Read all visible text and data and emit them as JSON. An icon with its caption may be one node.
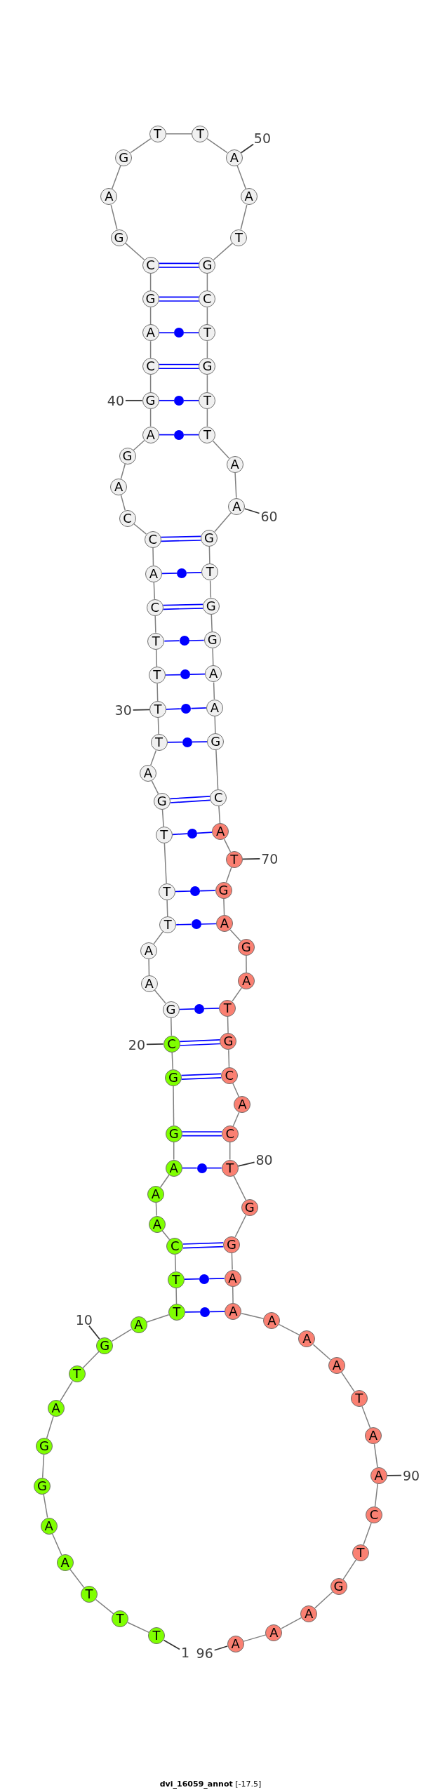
{
  "diagram": {
    "caption": "**dvi_16059_annot** [-17.5]",
    "nodes": [
      {
        "text": [
          "T"
        ]
      },
      {
        "text": [
          "T"
        ]
      },
      {
        "text": [
          "T"
        ]
      },
      {
        "text": [
          "A"
        ]
      },
      {
        "text": [
          "A"
        ]
      },
      {
        "text": [
          "G"
        ]
      },
      {
        "text": [
          "G"
        ]
      },
      {
        "text": [
          "A"
        ]
      },
      {
        "text": [
          "T"
        ]
      },
      {
        "text": [
          "G"
        ]
      },
      {
        "text": [
          "A"
        ]
      },
      {
        "text": [
          "T"
        ]
      },
      {
        "text": [
          "T"
        ]
      },
      {
        "text": [
          "C"
        ]
      },
      {
        "text": [
          "A"
        ]
      },
      {
        "text": [
          "A"
        ]
      },
      {
        "text": [
          "A"
        ]
      },
      {
        "text": [
          "G"
        ]
      },
      {
        "text": [
          "G"
        ]
      },
      {
        "text": [
          "C"
        ]
      },
      {
        "text": [
          "G"
        ]
      },
      {
        "text": [
          "A"
        ]
      },
      {
        "text": [
          "A"
        ]
      },
      {
        "text": [
          "T"
        ]
      },
      {
        "text": [
          "T"
        ]
      },
      {
        "text": [
          "T"
        ]
      },
      {
        "text": [
          "G"
        ]
      },
      {
        "text": [
          "A"
        ]
      },
      {
        "text": [
          "T"
        ]
      },
      {
        "text": [
          "T"
        ]
      },
      {
        "text": [
          "T"
        ]
      },
      {
        "text": [
          "T"
        ]
      },
      {
        "text": [
          "C"
        ]
      },
      {
        "text": [
          "A"
        ]
      },
      {
        "text": [
          "C"
        ]
      },
      {
        "text": [
          "C"
        ]
      },
      {
        "text": [
          "A"
        ]
      },
      {
        "text": [
          "G"
        ]
      },
      {
        "text": [
          "A"
        ]
      },
      {
        "text": [
          "G"
        ]
      },
      {
        "text": [
          "C"
        ]
      },
      {
        "text": [
          "A"
        ]
      },
      {
        "text": [
          "G"
        ]
      },
      {
        "text": [
          "C"
        ]
      },
      {
        "text": [
          "G"
        ]
      },
      {
        "text": [
          "A"
        ]
      },
      {
        "text": [
          "G"
        ]
      },
      {
        "text": [
          "T"
        ]
      },
      {
        "text": [
          "T"
        ]
      },
      {
        "text": [
          "A"
        ]
      },
      {
        "text": [
          "A"
        ]
      },
      {
        "text": [
          "T"
        ]
      },
      {
        "text": [
          "G"
        ]
      },
      {
        "text": [
          "C"
        ]
      },
      {
        "text": [
          "T"
        ]
      },
      {
        "text": [
          "G"
        ]
      },
      {
        "text": [
          "T"
        ]
      },
      {
        "text": [
          "T"
        ]
      },
      {
        "text": [
          "A"
        ]
      },
      {
        "text": [
          "A"
        ]
      },
      {
        "text": [
          "G"
        ]
      },
      {
        "text": [
          "T"
        ]
      },
      {
        "text": [
          "G"
        ]
      },
      {
        "text": [
          "G"
        ]
      },
      {
        "text": [
          "A"
        ]
      },
      {
        "text": [
          "A"
        ]
      },
      {
        "text": [
          "G"
        ]
      },
      {
        "text": [
          "C"
        ]
      },
      {
        "text": [
          "A"
        ]
      },
      {
        "text": [
          "T"
        ]
      },
      {
        "text": [
          "G"
        ]
      },
      {
        "text": [
          "A"
        ]
      },
      {
        "text": [
          "G"
        ]
      },
      {
        "text": [
          "A"
        ]
      },
      {
        "text": [
          "T"
        ]
      },
      {
        "text": [
          "G"
        ]
      },
      {
        "text": [
          "C"
        ]
      },
      {
        "text": [
          "A"
        ]
      },
      {
        "text": [
          "C"
        ]
      },
      {
        "text": [
          "T"
        ]
      },
      {
        "text": [
          "G"
        ]
      },
      {
        "text": [
          "G"
        ]
      },
      {
        "text": [
          "A"
        ]
      },
      {
        "text": [
          "A"
        ]
      },
      {
        "text": [
          "A"
        ]
      },
      {
        "text": [
          "A"
        ]
      },
      {
        "text": [
          "A"
        ]
      },
      {
        "text": [
          "T"
        ]
      },
      {
        "text": [
          "A"
        ]
      },
      {
        "text": [
          "A"
        ]
      },
      {
        "text": [
          "C"
        ]
      },
      {
        "text": [
          "T"
        ]
      },
      {
        "text": [
          "G"
        ]
      },
      {
        "text": [
          "A"
        ]
      },
      {
        "text": [
          "A"
        ]
      },
      {
        "text": [
          "A"
        ]
      },
      {
        "text": [
          "1"
        ]
      },
      {
        "text": [
          "10"
        ]
      },
      {
        "text": [
          "20"
        ]
      },
      {
        "text": [
          "30"
        ]
      },
      {
        "text": [
          "40"
        ]
      },
      {
        "text": [
          "50"
        ]
      },
      {
        "text": [
          "60"
        ]
      },
      {
        "text": [
          "70"
        ]
      },
      {
        "text": [
          "80"
        ]
      },
      {
        "text": [
          "90"
        ]
      },
      {
        "text": [
          "96"
        ]
      },
      {
        "text": [],
        "shape": "circle"
      },
      {
        "text": [],
        "shape": "circle"
      },
      {
        "text": [],
        "shape": "circle"
      },
      {
        "text": [],
        "shape": "circle"
      },
      {
        "text": [],
        "shape": "circle"
      },
      {
        "text": [],
        "shape": "circle"
      },
      {
        "text": [],
        "shape": "circle"
      },
      {
        "text": [],
        "shape": "circle"
      },
      {
        "text": [],
        "shape": "circle"
      },
      {
        "text": [],
        "shape": "circle"
      },
      {
        "text": [],
        "shape": "circle"
      },
      {
        "text": [],
        "shape": "circle"
      },
      {
        "text": [],
        "shape": "circle"
      },
      {
        "text": [],
        "shape": "circle"
      },
      {
        "text": [],
        "shape": "circle"
      }
    ],
    "edges": [
      {
        "from": 0,
        "to": 1,
        "arrow": "none"
      },
      {
        "from": 1,
        "to": 2,
        "arrow": "none"
      },
      {
        "from": 2,
        "to": 3,
        "arrow": "none"
      },
      {
        "from": 3,
        "to": 4,
        "arrow": "none"
      },
      {
        "from": 4,
        "to": 5,
        "arrow": "none"
      },
      {
        "from": 5,
        "to": 6,
        "arrow": "none"
      },
      {
        "from": 6,
        "to": 7,
        "arrow": "none"
      },
      {
        "from": 7,
        "to": 8,
        "arrow": "none"
      },
      {
        "from": 8,
        "to": 9,
        "arrow": "none"
      },
      {
        "from": 9,
        "to": 10,
        "arrow": "none"
      },
      {
        "from": 10,
        "to": 11,
        "arrow": "none"
      },
      {
        "from": 11,
        "to": 12,
        "arrow": "none"
      },
      {
        "from": 12,
        "to": 13,
        "arrow": "none"
      },
      {
        "from": 13,
        "to": 14,
        "arrow": "none"
      },
      {
        "from": 14,
        "to": 15,
        "arrow": "none"
      },
      {
        "from": 15,
        "to": 16,
        "arrow": "none"
      },
      {
        "from": 16,
        "to": 17,
        "arrow": "none"
      },
      {
        "from": 17,
        "to": 18,
        "arrow": "none"
      },
      {
        "from": 18,
        "to": 19,
        "arrow": "none"
      },
      {
        "from": 19,
        "to": 20,
        "arrow": "none"
      },
      {
        "from": 20,
        "to": 21,
        "arrow": "none"
      },
      {
        "from": 21,
        "to": 22,
        "arrow": "none"
      },
      {
        "from": 22,
        "to": 23,
        "arrow": "none"
      },
      {
        "from": 23,
        "to": 24,
        "arrow": "none"
      },
      {
        "from": 24,
        "to": 25,
        "arrow": "none"
      },
      {
        "from": 25,
        "to": 26,
        "arrow": "none"
      },
      {
        "from": 26,
        "to": 27,
        "arrow": "none"
      },
      {
        "from": 27,
        "to": 28,
        "arrow": "none"
      },
      {
        "from": 28,
        "to": 29,
        "arrow": "none"
      },
      {
        "from": 29,
        "to": 30,
        "arrow": "none"
      },
      {
        "from": 30,
        "to": 31,
        "arrow": "none"
      },
      {
        "from": 31,
        "to": 32,
        "arrow": "none"
      },
      {
        "from": 32,
        "to": 33,
        "arrow": "none"
      },
      {
        "from": 33,
        "to": 34,
        "arrow": "none"
      },
      {
        "from": 34,
        "to": 35,
        "arrow": "none"
      },
      {
        "from": 35,
        "to": 36,
        "arrow": "none"
      },
      {
        "from": 36,
        "to": 37,
        "arrow": "none"
      },
      {
        "from": 37,
        "to": 38,
        "arrow": "none"
      },
      {
        "from": 38,
        "to": 39,
        "arrow": "none"
      },
      {
        "from": 39,
        "to": 40,
        "arrow": "none"
      },
      {
        "from": 40,
        "to": 41,
        "arrow": "none"
      },
      {
        "from": 41,
        "to": 42,
        "arrow": "none"
      },
      {
        "from": 42,
        "to": 43,
        "arrow": "none"
      },
      {
        "from": 43,
        "to": 44,
        "arrow": "none"
      },
      {
        "from": 44,
        "to": 45,
        "arrow": "none"
      },
      {
        "from": 45,
        "to": 46,
        "arrow": "none"
      },
      {
        "from": 46,
        "to": 47,
        "arrow": "none"
      },
      {
        "from": 47,
        "to": 48,
        "arrow": "none"
      },
      {
        "from": 48,
        "to": 49,
        "arrow": "none"
      },
      {
        "from": 49,
        "to": 50,
        "arrow": "none"
      },
      {
        "from": 50,
        "to": 51,
        "arrow": "none"
      },
      {
        "from": 51,
        "to": 52,
        "arrow": "none"
      },
      {
        "from": 52,
        "to": 53,
        "arrow": "none"
      },
      {
        "from": 53,
        "to": 54,
        "arrow": "none"
      },
      {
        "from": 54,
        "to": 55,
        "arrow": "none"
      },
      {
        "from": 55,
        "to": 56,
        "arrow": "none"
      },
      {
        "from": 56,
        "to": 57,
        "arrow": "none"
      },
      {
        "from": 57,
        "to": 58,
        "arrow": "none"
      },
      {
        "from": 58,
        "to": 59,
        "arrow": "none"
      },
      {
        "from": 59,
        "to": 60,
        "arrow": "none"
      },
      {
        "from": 60,
        "to": 61,
        "arrow": "none"
      },
      {
        "from": 61,
        "to": 62,
        "arrow": "none"
      },
      {
        "from": 62,
        "to": 63,
        "arrow": "none"
      },
      {
        "from": 63,
        "to": 64,
        "arrow": "none"
      },
      {
        "from": 64,
        "to": 65,
        "arrow": "none"
      },
      {
        "from": 65,
        "to": 66,
        "arrow": "none"
      },
      {
        "from": 66,
        "to": 67,
        "arrow": "none"
      },
      {
        "from": 67,
        "to": 68,
        "arrow": "none"
      },
      {
        "from": 68,
        "to": 69,
        "arrow": "none"
      },
      {
        "from": 69,
        "to": 70,
        "arrow": "none"
      },
      {
        "from": 70,
        "to": 71,
        "arrow": "none"
      },
      {
        "from": 71,
        "to": 72,
        "arrow": "none"
      },
      {
        "from": 72,
        "to": 73,
        "arrow": "none"
      },
      {
        "from": 73,
        "to": 74,
        "arrow": "none"
      },
      {
        "from": 74,
        "to": 75,
        "arrow": "none"
      },
      {
        "from": 75,
        "to": 76,
        "arrow": "none"
      },
      {
        "from": 76,
        "to": 77,
        "arrow": "none"
      },
      {
        "from": 77,
        "to": 78,
        "arrow": "none"
      },
      {
        "from": 78,
        "to": 79,
        "arrow": "none"
      },
      {
        "from": 79,
        "to": 80,
        "arrow": "none"
      },
      {
        "from": 80,
        "to": 81,
        "arrow": "none"
      },
      {
        "from": 81,
        "to": 82,
        "arrow": "none"
      },
      {
        "from": 82,
        "to": 83,
        "arrow": "none"
      },
      {
        "from": 83,
        "to": 84,
        "arrow": "none"
      },
      {
        "from": 84,
        "to": 85,
        "arrow": "none"
      },
      {
        "from": 85,
        "to": 86,
        "arrow": "none"
      },
      {
        "from": 86,
        "to": 87,
        "arrow": "none"
      },
      {
        "from": 87,
        "to": 88,
        "arrow": "none"
      },
      {
        "from": 88,
        "to": 89,
        "arrow": "none"
      },
      {
        "from": 89,
        "to": 90,
        "arrow": "none"
      },
      {
        "from": 90,
        "to": 91,
        "arrow": "none"
      },
      {
        "from": 91,
        "to": 92,
        "arrow": "none"
      },
      {
        "from": 92,
        "to": 93,
        "arrow": "none"
      },
      {
        "from": 93,
        "to": 94,
        "arrow": "none"
      },
      {
        "from": 94,
        "to": 95,
        "arrow": "none"
      },
      {
        "from": 11,
        "to": 121,
        "arrow": "none",
        "color": "#0000ff"
      },
      {
        "from": 121,
        "to": 83,
        "arrow": "none",
        "color": "#0000ff"
      },
      {
        "from": 12,
        "to": 120,
        "arrow": "none",
        "color": "#0000ff"
      },
      {
        "from": 120,
        "to": 82,
        "arrow": "none",
        "color": "#0000ff"
      },
      {
        "from": 13,
        "to": 81,
        "arrow": "none",
        "color": "#0000ff"
      },
      {
        "from": 13,
        "to": 81,
        "arrow": "none",
        "color": "#0000ff"
      },
      {
        "from": 16,
        "to": 119,
        "arrow": "none",
        "color": "#0000ff"
      },
      {
        "from": 119,
        "to": 79,
        "arrow": "none",
        "color": "#0000ff"
      },
      {
        "from": 17,
        "to": 78,
        "arrow": "none",
        "color": "#0000ff"
      },
      {
        "from": 17,
        "to": 78,
        "arrow": "none",
        "color": "#0000ff"
      },
      {
        "from": 18,
        "to": 76,
        "arrow": "none",
        "color": "#0000ff"
      },
      {
        "from": 18,
        "to": 76,
        "arrow": "none",
        "color": "#0000ff"
      },
      {
        "from": 19,
        "to": 75,
        "arrow": "none",
        "color": "#0000ff"
      },
      {
        "from": 19,
        "to": 75,
        "arrow": "none",
        "color": "#0000ff"
      },
      {
        "from": 20,
        "to": 118,
        "arrow": "none",
        "color": "#0000ff"
      },
      {
        "from": 118,
        "to": 74,
        "arrow": "none",
        "color": "#0000ff"
      },
      {
        "from": 23,
        "to": 117,
        "arrow": "none",
        "color": "#0000ff"
      },
      {
        "from": 117,
        "to": 71,
        "arrow": "none",
        "color": "#0000ff"
      },
      {
        "from": 24,
        "to": 116,
        "arrow": "none",
        "color": "#0000ff"
      },
      {
        "from": 116,
        "to": 70,
        "arrow": "none",
        "color": "#0000ff"
      },
      {
        "from": 25,
        "to": 115,
        "arrow": "none",
        "color": "#0000ff"
      },
      {
        "from": 115,
        "to": 68,
        "arrow": "none",
        "color": "#0000ff"
      },
      {
        "from": 26,
        "to": 67,
        "arrow": "none",
        "color": "#0000ff"
      },
      {
        "from": 26,
        "to": 67,
        "arrow": "none",
        "color": "#0000ff"
      },
      {
        "from": 28,
        "to": 114,
        "arrow": "none",
        "color": "#0000ff"
      },
      {
        "from": 114,
        "to": 66,
        "arrow": "none",
        "color": "#0000ff"
      },
      {
        "from": 29,
        "to": 113,
        "arrow": "none",
        "color": "#0000ff"
      },
      {
        "from": 113,
        "to": 65,
        "arrow": "none",
        "color": "#0000ff"
      },
      {
        "from": 30,
        "to": 112,
        "arrow": "none",
        "color": "#0000ff"
      },
      {
        "from": 112,
        "to": 64,
        "arrow": "none",
        "color": "#0000ff"
      },
      {
        "from": 31,
        "to": 111,
        "arrow": "none",
        "color": "#0000ff"
      },
      {
        "from": 111,
        "to": 63,
        "arrow": "none",
        "color": "#0000ff"
      },
      {
        "from": 32,
        "to": 62,
        "arrow": "none",
        "color": "#0000ff"
      },
      {
        "from": 32,
        "to": 62,
        "arrow": "none",
        "color": "#0000ff"
      },
      {
        "from": 33,
        "to": 110,
        "arrow": "none",
        "color": "#0000ff"
      },
      {
        "from": 110,
        "to": 61,
        "arrow": "none",
        "color": "#0000ff"
      },
      {
        "from": 34,
        "to": 60,
        "arrow": "none",
        "color": "#0000ff"
      },
      {
        "from": 34,
        "to": 60,
        "arrow": "none",
        "color": "#0000ff"
      },
      {
        "from": 38,
        "to": 109,
        "arrow": "none",
        "color": "#0000ff"
      },
      {
        "from": 109,
        "to": 57,
        "arrow": "none",
        "color": "#0000ff"
      },
      {
        "from": 39,
        "to": 108,
        "arrow": "none",
        "color": "#0000ff"
      },
      {
        "from": 108,
        "to": 56,
        "arrow": "none",
        "color": "#0000ff"
      },
      {
        "from": 40,
        "to": 55,
        "arrow": "none",
        "color": "#0000ff"
      },
      {
        "from": 40,
        "to": 55,
        "arrow": "none",
        "color": "#0000ff"
      },
      {
        "from": 41,
        "to": 107,
        "arrow": "none",
        "color": "#0000ff"
      },
      {
        "from": 107,
        "to": 54,
        "arrow": "none",
        "color": "#0000ff"
      },
      {
        "from": 42,
        "to": 53,
        "arrow": "none",
        "color": "#0000ff"
      },
      {
        "from": 42,
        "to": 53,
        "arrow": "none",
        "color": "#0000ff"
      },
      {
        "from": 43,
        "to": 52,
        "arrow": "none",
        "color": "#0000ff"
      },
      {
        "from": 43,
        "to": 52,
        "arrow": "none",
        "color": "#0000ff"
      },
      {
        "from": 96,
        "to": 0,
        "arrow": "none",
        "color": "#333333"
      },
      {
        "from": 97,
        "to": 9,
        "arrow": "none",
        "color": "#333333"
      },
      {
        "from": 98,
        "to": 19,
        "arrow": "none",
        "color": "#333333"
      },
      {
        "from": 99,
        "to": 29,
        "arrow": "none",
        "color": "#333333"
      },
      {
        "from": 100,
        "to": 39,
        "arrow": "none",
        "color": "#333333"
      },
      {
        "from": 101,
        "to": 49,
        "arrow": "none",
        "color": "#333333"
      },
      {
        "from": 102,
        "to": 59,
        "arrow": "none",
        "color": "#333333"
      },
      {
        "from": 103,
        "to": 69,
        "arrow": "none",
        "color": "#333333"
      },
      {
        "from": 104,
        "to": 79,
        "arrow": "none",
        "color": "#333333"
      },
      {
        "from": 105,
        "to": 89,
        "arrow": "none",
        "color": "#333333"
      },
      {
        "from": 106,
        "to": 95,
        "arrow": "none",
        "color": "#333333"
      }
    ]
  }
}
